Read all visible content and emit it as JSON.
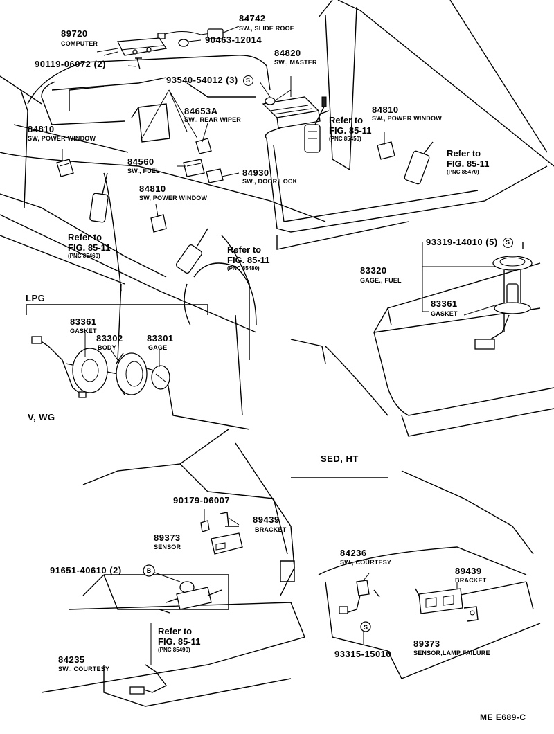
{
  "callouts": {
    "p84742": {
      "pn": "84742",
      "name": "SW., SLIDE ROOF"
    },
    "p89720": {
      "pn": "89720",
      "name": "COMPUTER"
    },
    "p9046312014": {
      "pn": "90463-12014"
    },
    "p9011906072": {
      "pn": "90119-06072",
      "qty": "(2)"
    },
    "p84820": {
      "pn": "84820",
      "name": "SW., MASTER"
    },
    "p9354054012": {
      "pn": "93540-54012",
      "qty": "(3)",
      "mark": "S"
    },
    "p84653A": {
      "pn": "84653A",
      "name": "SW., REAR WIPER"
    },
    "p84810a": {
      "pn": "84810",
      "name": "SW, POWER WINDOW"
    },
    "p84810b": {
      "pn": "84810",
      "name": "SW., POWER WINDOW"
    },
    "p84810c": {
      "pn": "84810",
      "name": "SW, POWER WINDOW"
    },
    "p84560": {
      "pn": "84560",
      "name": "SW., FUEL"
    },
    "p84930": {
      "pn": "84930",
      "name": "SW., DOOR LOCK"
    },
    "p9331914010": {
      "pn": "93319-14010",
      "qty": "(5)",
      "mark": "S"
    },
    "p83320": {
      "pn": "83320",
      "name": "GAGE., FUEL"
    },
    "p83361r": {
      "pn": "83361",
      "name": "GASKET"
    },
    "p83361l": {
      "pn": "83361",
      "name": "GASKET"
    },
    "p83302": {
      "pn": "83302",
      "name": "BODY"
    },
    "p83301": {
      "pn": "83301",
      "name": "GAGE"
    },
    "p9017906007": {
      "pn": "90179-06007"
    },
    "p89439a": {
      "pn": "89439",
      "name": "BRACKET"
    },
    "p89373a": {
      "pn": "89373",
      "name": "SENSOR"
    },
    "p9165140610": {
      "pn": "91651-40610",
      "qty": "(2)",
      "mark": "B"
    },
    "p84235": {
      "pn": "84235",
      "name": "SW., COURTESY"
    },
    "p84236": {
      "pn": "84236",
      "name": "SW., COURTESY"
    },
    "p89439b": {
      "pn": "89439",
      "name": "BRACKET"
    },
    "p89373b": {
      "pn": "89373",
      "name": "SENSOR,LAMP FAILURE"
    },
    "p9331515010": {
      "pn": "93315-15010"
    },
    "circleS": {
      "mark": "S"
    }
  },
  "refs": [
    {
      "line1": "Refer to",
      "line2": "FIG. 85-11",
      "pnc": "(PNC 85450)"
    },
    {
      "line1": "Refer to",
      "line2": "FIG. 85-11",
      "pnc": "(PNC 85470)"
    },
    {
      "line1": "Refer to",
      "line2": "FIG. 85-11",
      "pnc": "(PNC 85460)"
    },
    {
      "line1": "Refer to",
      "line2": "FIG. 85-11",
      "pnc": "(PNC 85480)"
    },
    {
      "line1": "Refer to",
      "line2": "FIG. 85-11",
      "pnc": "(PNC 85490)"
    }
  ],
  "sections": {
    "lpg": "LPG",
    "vwg": "V, WG",
    "sedht": "SED, HT"
  },
  "code": "ME E689-C"
}
